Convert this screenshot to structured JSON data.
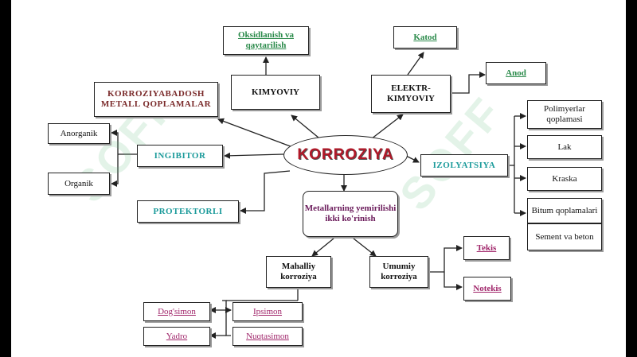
{
  "center": "KORROZIYA",
  "nodes": {
    "oksidlanish": "Oksidlanish va qaytarilish",
    "kimyoviy": "KIMYOVIY",
    "katod": "Katod",
    "elektrokimyoviy": "ELEKTR-KIMYOVIY",
    "anod": "Anod",
    "qoplamalar": "KORROZIYABADOSH METALL QOPLAMALAR",
    "anorganik": "Anorganik",
    "ingibitor": "INGIBITOR",
    "organik": "Organik",
    "protektorli": "PROTEKTORLI",
    "yemirilish": "Metallarning yemirilishi ikki ko'rinish",
    "izolyatsiya": "IZOLYATSIYA",
    "polimyerlar": "Polimyerlar qoplamasi",
    "lak": "Lak",
    "kraska": "Kraska",
    "bitum": "Bitum qoplamalari",
    "sement": "Sement va beton",
    "mahalliy": "Mahalliy korroziya",
    "umumiy": "Umumiy korroziya",
    "tekis": "Tekis",
    "notekis": "Notekis",
    "dogsimon": "Dog'simon",
    "yadro": "Yadro",
    "ipsimon": "Ipsimon",
    "nuqtasimon": "Nuqtasimon"
  },
  "colors": {
    "center_text": "#b01828",
    "green": "#2a8a4a",
    "teal": "#1a9a9a",
    "maroon": "#7a2a2a",
    "pink": "#a0256a"
  }
}
